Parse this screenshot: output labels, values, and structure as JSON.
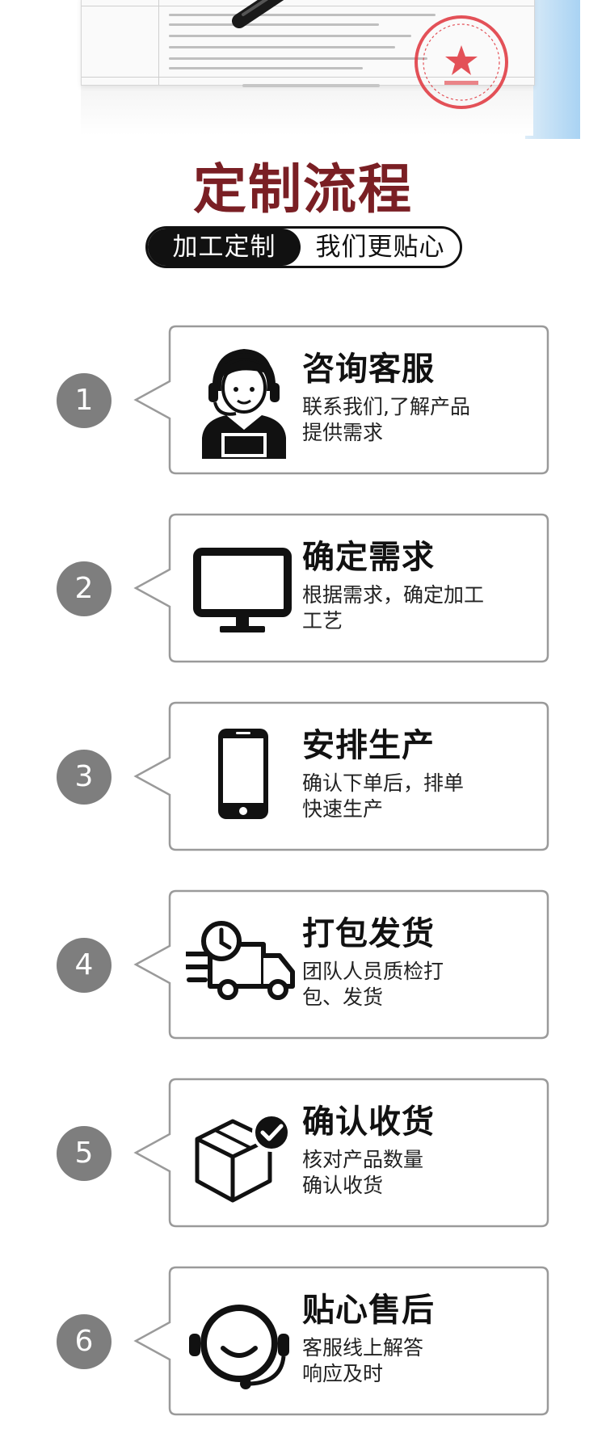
{
  "title": "定制流程",
  "subtitle_left": "加工定制",
  "subtitle_right": "我们更贴心",
  "steps": [
    {
      "number": "1",
      "title": "咨询客服",
      "desc_line1": "联系我们,了解产品",
      "desc_line2": "提供需求",
      "icon": "customer-service-agent-icon"
    },
    {
      "number": "2",
      "title": "确定需求",
      "desc_line1": "根据需求，确定加工",
      "desc_line2": "工艺",
      "icon": "monitor-icon"
    },
    {
      "number": "3",
      "title": "安排生产",
      "desc_line1": "确认下单后，排单",
      "desc_line2": "快速生产",
      "icon": "smartphone-icon"
    },
    {
      "number": "4",
      "title": "打包发货",
      "desc_line1": "团队人员质检打",
      "desc_line2": "包、发货",
      "icon": "delivery-truck-clock-icon"
    },
    {
      "number": "5",
      "title": "确认收货",
      "desc_line1": "核对产品数量",
      "desc_line2": "确认收货",
      "icon": "package-check-icon"
    },
    {
      "number": "6",
      "title": "贴心售后",
      "desc_line1": "客服线上解答",
      "desc_line2": "响应及时",
      "icon": "headset-smile-icon"
    }
  ],
  "colors": {
    "title": "#7a1f24",
    "circle": "#7e7e7e",
    "card_border": "#9a9a9a",
    "seal": "#e0343c"
  }
}
